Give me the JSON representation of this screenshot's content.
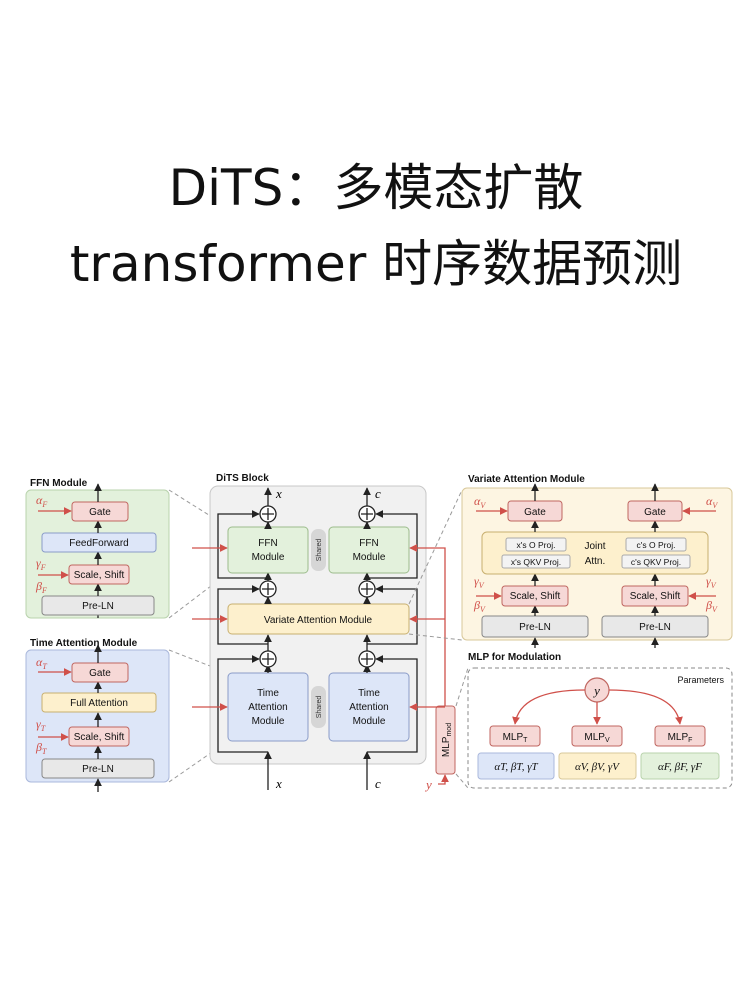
{
  "title": {
    "line1": "DiTS：多模态扩散",
    "line2": "transformer 时序数据预测"
  },
  "ffn_module": {
    "header": "FFN Module",
    "gate": "Gate",
    "feedforward": "FeedForward",
    "scale_shift": "Scale, Shift",
    "pre_ln": "Pre-LN",
    "alpha": "α",
    "alpha_sub": "F",
    "gamma": "γ",
    "gamma_sub": "F",
    "beta": "β",
    "beta_sub": "F"
  },
  "time_attention_module": {
    "header": "Time Attention Module",
    "gate": "Gate",
    "full_attention": "Full Attention",
    "scale_shift": "Scale, Shift",
    "pre_ln": "Pre-LN",
    "alpha": "α",
    "alpha_sub": "T",
    "gamma": "γ",
    "gamma_sub": "T",
    "beta": "β",
    "beta_sub": "T"
  },
  "dits_block": {
    "header": "DiTS Block",
    "x_top": "x",
    "c_top": "c",
    "x_bottom": "x",
    "c_bottom": "c",
    "y_input": "y",
    "ffn_left": [
      "FFN",
      "Module"
    ],
    "ffn_right": [
      "FFN",
      "Module"
    ],
    "shared_top": "Shared",
    "shared_bottom": "Shared",
    "variate_attention": "Variate Attention Module",
    "time_left": [
      "Time",
      "Attention",
      "Module"
    ],
    "time_right": [
      "Time",
      "Attention",
      "Module"
    ],
    "mlp_mod": "MLP",
    "mlp_mod_sub": "mod"
  },
  "variate_attention_module": {
    "header": "Variate Attention Module",
    "gate_left": "Gate",
    "gate_right": "Gate",
    "x_o_proj": "x's O Proj.",
    "x_qkv_proj": "x's QKV Proj.",
    "c_o_proj": "c's O Proj.",
    "c_qkv_proj": "c's QKV Proj.",
    "joint_attn": [
      "Joint",
      "Attn."
    ],
    "scale_shift_left": "Scale, Shift",
    "scale_shift_right": "Scale, Shift",
    "pre_ln_left": "Pre-LN",
    "pre_ln_right": "Pre-LN",
    "alpha": "α",
    "alpha_sub": "V",
    "gamma": "γ",
    "gamma_sub": "V",
    "beta": "β",
    "beta_sub": "V"
  },
  "mlp_modulation": {
    "header": "MLP for Modulation",
    "parameters": "Parameters",
    "y": "y",
    "mlp_t": "MLP",
    "mlp_t_sub": "T",
    "mlp_v": "MLP",
    "mlp_v_sub": "V",
    "mlp_f": "MLP",
    "mlp_f_sub": "F",
    "params_t": "αT, βT, γT",
    "params_v": "αV, βV, γV",
    "params_f": "αF, βF, γF"
  },
  "colors": {
    "green": "#e3f1dc",
    "blue": "#dde6f8",
    "yellow": "#fdf0cd",
    "red_box": "#f6d8d6",
    "grey": "#e8e8e8",
    "accent_red": "#d0504a"
  }
}
